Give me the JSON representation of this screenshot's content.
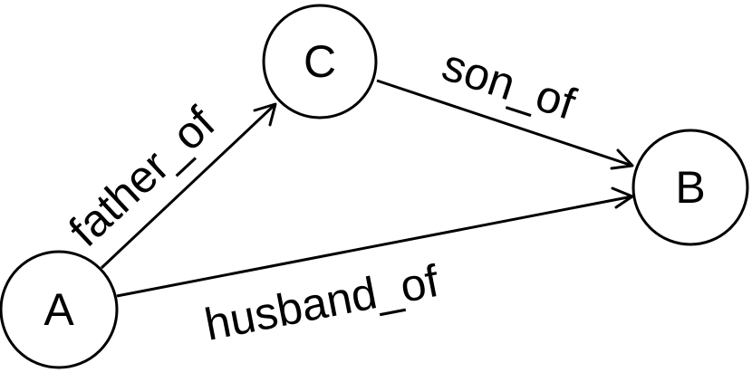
{
  "nodes": {
    "A": {
      "label": "A"
    },
    "B": {
      "label": "B"
    },
    "C": {
      "label": "C"
    }
  },
  "edges": {
    "father_of": {
      "label": "father_of",
      "from": "A",
      "to": "C"
    },
    "son_of": {
      "label": "son_of",
      "from": "C",
      "to": "B"
    },
    "husband_of": {
      "label": "husband_of",
      "from": "A",
      "to": "B"
    }
  },
  "colors": {
    "stroke": "#000000",
    "background": "#ffffff"
  }
}
